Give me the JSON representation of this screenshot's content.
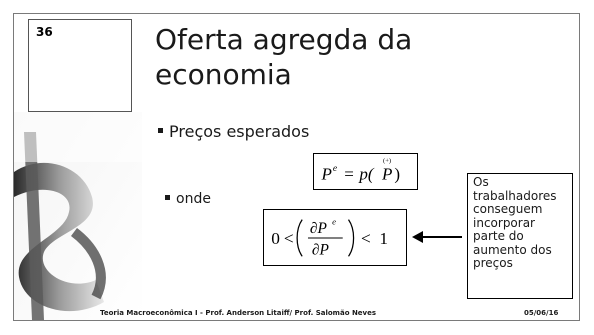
{
  "slide": {
    "number": "36",
    "title_line1": "Oferta agregda da",
    "title_line2": "economia",
    "bullets": [
      "Preços esperados",
      "onde"
    ],
    "equation1": {
      "lhs": "P",
      "lhs_sup": "e",
      "eq": "=",
      "func": "p(",
      "var": "P",
      "close": ")",
      "sign": "(+)"
    },
    "equation2": {
      "zero": "0",
      "lt1": "<",
      "num": "∂P",
      "num_sup": "e",
      "den": "∂P",
      "lt2": "<",
      "one": "1"
    },
    "callout_lines": [
      "Os",
      "trabalhadores",
      "conseguem",
      "incorporar",
      "parte do",
      "aumento dos",
      "preços"
    ],
    "footer": "Teoria Macroeconômica I - Prof. Anderson Litaiff/ Prof. Salomão Neves",
    "date": "05/06/16",
    "decoration_icon": "dollar-sign-icon"
  }
}
